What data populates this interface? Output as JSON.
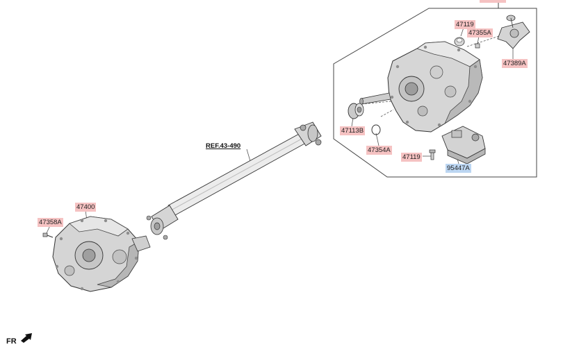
{
  "colors": {
    "callout": "#f5c2c2",
    "callout_alt": "#bcd6f2",
    "line": "#333333"
  },
  "labels": {
    "p47119_top": "47119",
    "p47355A": "47355A",
    "p47389A": "47389A",
    "p47113B": "47113B",
    "p47354A": "47354A",
    "p47119_bottom": "47119",
    "p95447A": "95447A",
    "ref": "REF.43-490",
    "p47400": "47400",
    "p47358A": "47358A",
    "fr": "FR"
  },
  "icons": {
    "direction": "arrow-icon"
  }
}
